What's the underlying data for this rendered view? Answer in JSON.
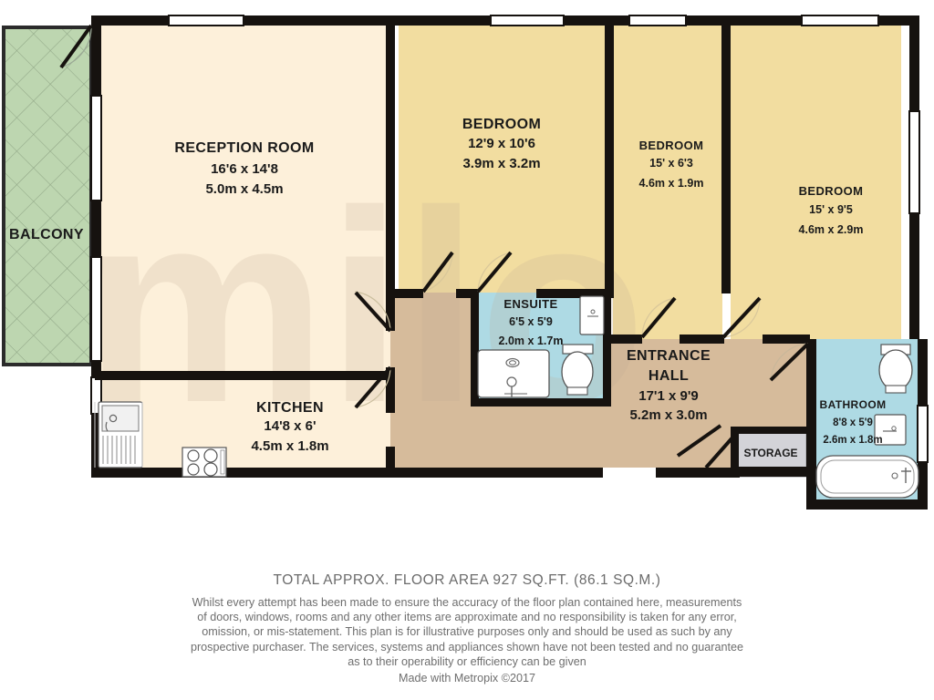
{
  "plan": {
    "rooms": [
      {
        "id": "balcony",
        "name": "BALCONY",
        "dim_ft": "",
        "dim_m": "",
        "fill": "#bdd6b0"
      },
      {
        "id": "reception-room",
        "name": "RECEPTION ROOM",
        "dim_ft": "16'6 x 14'8",
        "dim_m": "5.0m x 4.5m",
        "fill": "#fdf0da"
      },
      {
        "id": "kitchen",
        "name": "KITCHEN",
        "dim_ft": "14'8 x 6'",
        "dim_m": "4.5m x 1.8m",
        "fill": "#fdf0da"
      },
      {
        "id": "bedroom-1",
        "name": "BEDROOM",
        "dim_ft": "12'9 x 10'6",
        "dim_m": "3.9m x 3.2m",
        "fill": "#f2dda0"
      },
      {
        "id": "bedroom-2",
        "name": "BEDROOM",
        "dim_ft": "15' x 6'3",
        "dim_m": "4.6m x 1.9m",
        "fill": "#f2dda0"
      },
      {
        "id": "bedroom-3",
        "name": "BEDROOM",
        "dim_ft": "15' x 9'5",
        "dim_m": "4.6m x 2.9m",
        "fill": "#f2dda0"
      },
      {
        "id": "ensuite",
        "name": "ENSUITE",
        "dim_ft": "6'5 x 5'9",
        "dim_m": "2.0m x 1.7m",
        "fill": "#aedae4"
      },
      {
        "id": "entrance-hall",
        "name": "ENTRANCE HALL",
        "dim_ft": "17'1 x 9'9",
        "dim_m": "5.2m x 3.0m",
        "fill": "#d6bb9b"
      },
      {
        "id": "bathroom",
        "name": "BATHROOM",
        "dim_ft": "8'8 x 5'9",
        "dim_m": "2.6m x 1.8m",
        "fill": "#aedae4"
      },
      {
        "id": "storage",
        "name": "STORAGE",
        "dim_ft": "",
        "dim_m": "",
        "fill": "#d3d3d8"
      }
    ],
    "labels": {
      "balcony": "BALCONY",
      "reception_name": "RECEPTION ROOM",
      "reception_ft": "16'6 x 14'8",
      "reception_m": "5.0m x 4.5m",
      "kitchen_name": "KITCHEN",
      "kitchen_ft": "14'8 x 6'",
      "kitchen_m": "4.5m x 1.8m",
      "bed1_name": "BEDROOM",
      "bed1_ft": "12'9 x 10'6",
      "bed1_m": "3.9m x 3.2m",
      "bed2_name": "BEDROOM",
      "bed2_ft": "15' x 6'3",
      "bed2_m": "4.6m x 1.9m",
      "bed3_name": "BEDROOM",
      "bed3_ft": "15' x 9'5",
      "bed3_m": "4.6m x 2.9m",
      "ensuite_name": "ENSUITE",
      "ensuite_ft": "6'5 x 5'9",
      "ensuite_m": "2.0m x 1.7m",
      "hall_name_1": "ENTRANCE",
      "hall_name_2": "HALL",
      "hall_ft": "17'1 x 9'9",
      "hall_m": "5.2m x 3.0m",
      "bathroom_name": "BATHROOM",
      "bathroom_ft": "8'8 x 5'9",
      "bathroom_m": "2.6m x 1.8m",
      "storage_name": "STORAGE"
    },
    "watermark": "milo",
    "colors": {
      "wall": "#16120f",
      "reception_fill": "#fdf0da",
      "bedroom_fill": "#f2dda0",
      "wet_fill": "#aedae4",
      "hall_fill": "#d6bb9b",
      "balcony_fill": "#bdd6b0",
      "storage_fill": "#d3d3d8",
      "fixture_stroke": "#3a3a3a",
      "text": "#1a1a1a",
      "footer_text": "#6e6e6e"
    }
  },
  "footer": {
    "total_area": "TOTAL APPROX. FLOOR AREA 927 SQ.FT. (86.1 SQ.M.)",
    "disclaimer_lines": [
      "Whilst every attempt has been made to ensure the accuracy of the floor plan contained here, measurements",
      "of doors, windows, rooms and any other items are approximate and no responsibility is taken for any error,",
      "omission, or mis-statement. This plan is for illustrative purposes only and should be used as such by any",
      "prospective purchaser. The services, systems and appliances shown have not been tested and no guarantee",
      "as to their operability or efficiency can be given"
    ],
    "made_with": "Made with Metropix ©2017"
  }
}
